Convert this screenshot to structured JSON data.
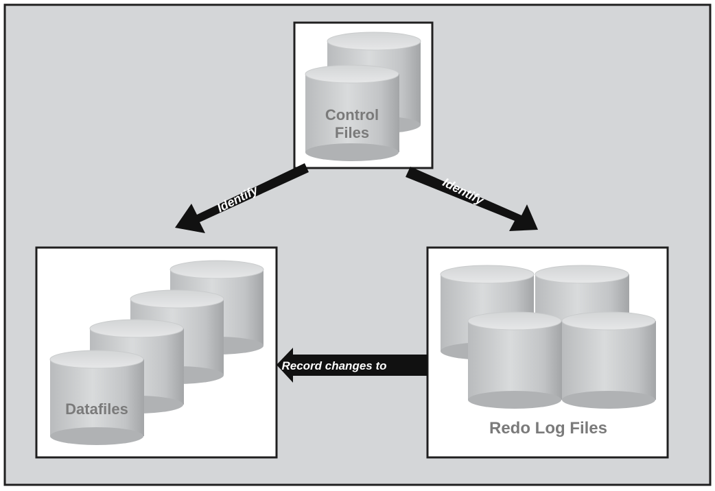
{
  "diagram": {
    "nodes": {
      "control_files": {
        "label_line1": "Control",
        "label_line2": "Files"
      },
      "datafiles": {
        "label": "Datafiles"
      },
      "redo_log_files": {
        "label": "Redo Log Files"
      }
    },
    "edges": {
      "control_to_datafiles": {
        "label": "Identify"
      },
      "control_to_redo": {
        "label": "Identify"
      },
      "redo_to_datafiles": {
        "label": "Record changes to"
      }
    }
  },
  "colors": {
    "background": "#d4d6d8",
    "frame": "#1f1f1f",
    "box_fill": "#ffffff",
    "arrow": "#111111",
    "cylinder_dark": "#a7a9ab",
    "cylinder_light": "#dcdedf",
    "label_text": "#7a7a7a"
  }
}
